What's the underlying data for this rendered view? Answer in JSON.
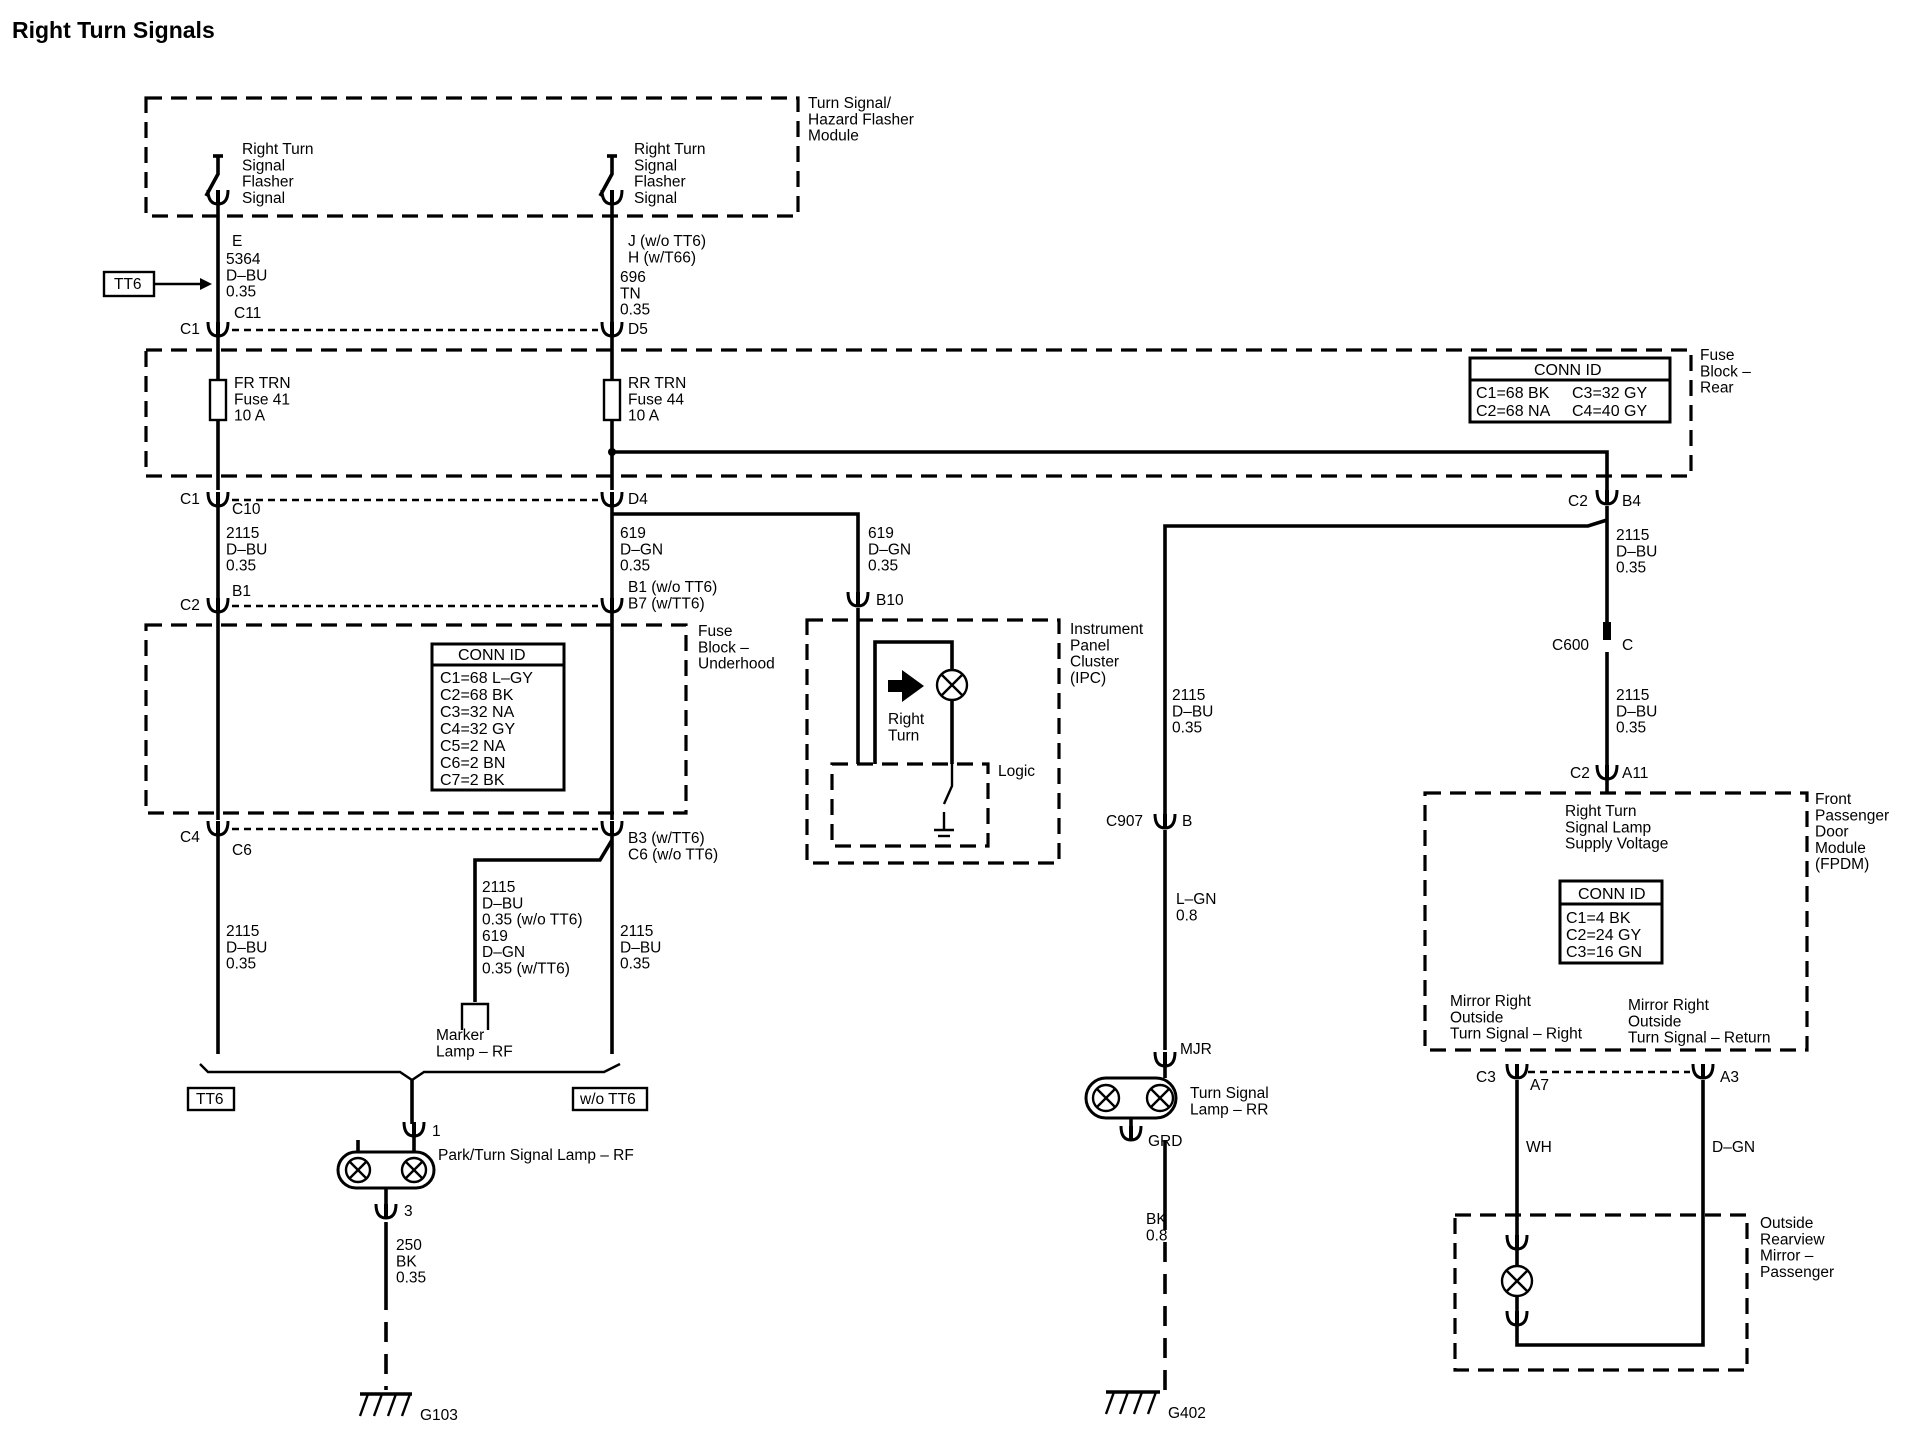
{
  "title": "Right Turn Signals",
  "components": {
    "flasher_module": "Turn Signal/\nHazard Flasher\nModule",
    "flasher_left_switch": "Right Turn\nSignal\nFlasher\nSignal",
    "flasher_right_switch": "Right Turn\nSignal\nFlasher\nSignal",
    "fuse_block_rear": "Fuse\nBlock –\nRear",
    "fuse_fr": "FR TRN\nFuse 41\n10 A",
    "fuse_rr": "RR TRN\nFuse 44\n10 A",
    "fuse_block_underhood": "Fuse\nBlock –\nUnderhood",
    "ipc": "Instrument\nPanel\nCluster\n(IPC)",
    "ipc_indicator": "Right\nTurn",
    "ipc_logic": "Logic",
    "fpdm": "Front\nPassenger\nDoor\nModule\n(FPDM)",
    "fpdm_supply": "Right Turn\nSignal Lamp\nSupply Voltage",
    "fpdm_mirror_right": "Mirror Right\nOutside\nTurn Signal – Right",
    "fpdm_mirror_return": "Mirror Right\nOutside\nTurn Signal – Return",
    "mirror": "Outside\nRearview\nMirror –\nPassenger",
    "marker_lamp": "Marker\nLamp – RF",
    "park_turn_lamp": "Park/Turn Signal Lamp – RF",
    "turn_lamp_rr": "Turn Signal\nLamp – RR",
    "ground_g103": "G103",
    "ground_g402": "G402"
  },
  "option_flags": {
    "tt6_arrow": "TT6",
    "tt6_bottom": "TT6",
    "wo_tt6_bottom": "w/o TT6"
  },
  "conn_tables": {
    "rear": {
      "title": "CONN ID",
      "rows": [
        "C1=68 BK",
        "C3=32 GY",
        "C2=68 NA",
        "C4=40 GY"
      ]
    },
    "underhood": {
      "title": "CONN ID",
      "rows": [
        "C1=68 L–GY",
        "C2=68 BK",
        "C3=32 NA",
        "C4=32 GY",
        "C5=2 NA",
        "C6=2 BN",
        "C7=2 BK"
      ]
    },
    "fpdm": {
      "title": "CONN ID",
      "rows": [
        "C1=4 BK",
        "C2=24 GY",
        "C3=16 GN"
      ]
    }
  },
  "pins": {
    "e": "E",
    "j": "J (w/o TT6)\nH (w/T66)",
    "c1_top": "C1",
    "c11": "C11",
    "d5": "D5",
    "c1_mid": "C1",
    "c10": "C10",
    "d4": "D4",
    "c2_left": "C2",
    "b1_left": "B1",
    "b1b7": "B1 (w/o TT6)\nB7 (w/TT6)",
    "b10": "B10",
    "c4": "C4",
    "c6": "C6",
    "b3c6": "B3 (w/TT6)\nC6 (w/o TT6)",
    "c2_right": "C2",
    "b4": "B4",
    "c600": "C600",
    "c_pin": "C",
    "c2_a11": "C2",
    "a11": "A11",
    "c907": "C907",
    "b_pin": "B",
    "mjr": "MJR",
    "grd": "GRD",
    "pin1": "1",
    "pin3": "3",
    "c3": "C3",
    "a7": "A7",
    "a3": "A3"
  },
  "wires": {
    "w5364": "5364\nD–BU\n0.35",
    "w696": "696\nTN\n0.35",
    "w2115_a": "2115\nD–BU\n0.35",
    "w619_a": "619\nD–GN\n0.35",
    "w619_ipc": "619\nD–GN\n0.35",
    "w2115_b4": "2115\nD–BU\n0.35",
    "w2115_c907": "2115\nD–BU\n0.35",
    "w2115_c600": "2115\nD–BU\n0.35",
    "w2115_marker": "2115\nD–BU\n0.35 (w/o TT6)\n619\nD–GN\n0.35 (w/TT6)",
    "w2115_left": "2115\nD–BU\n0.35",
    "w2115_right": "2115\nD–BU\n0.35",
    "w_lgn": "L–GN\n0.8",
    "w250": "250\nBK\n0.35",
    "w_bk": "BK\n0.8",
    "w_wh": "WH",
    "w_dgn": "D–GN"
  }
}
